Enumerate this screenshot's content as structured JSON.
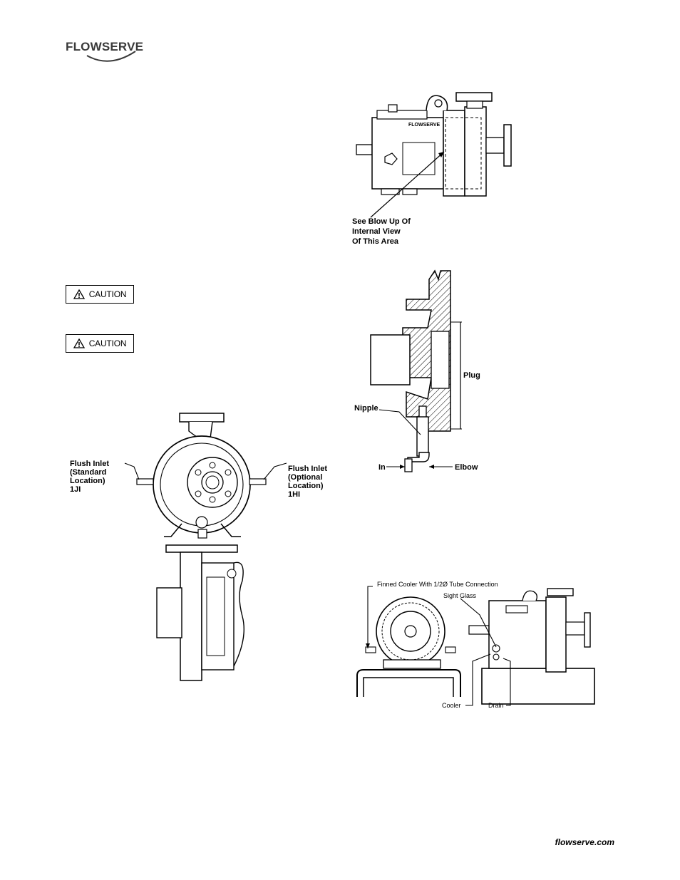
{
  "header": {
    "logo_text": "FLOWSERVE"
  },
  "cautions": [
    {
      "label": "CAUTION"
    },
    {
      "label": "CAUTION"
    }
  ],
  "figure_blowup": {
    "brand": "FLOWSERVE",
    "callout_line1": "See Blow Up Of",
    "callout_line2": "Internal View",
    "callout_line3": "Of This Area"
  },
  "figure_section": {
    "plug": "Plug",
    "nipple": "Nipple",
    "in": "In",
    "elbow": "Elbow"
  },
  "figure_flush": {
    "left_line1": "Flush Inlet",
    "left_line2": "(Standard",
    "left_line3": "Location)",
    "left_line4": "1JI",
    "right_line1": "Flush Inlet",
    "right_line2": "(Optional",
    "right_line3": "Location)",
    "right_line4": "1HI"
  },
  "figure_cooler": {
    "finned": "Finned Cooler With 1/2Ø Tube Connection",
    "sight_glass": "Sight Glass",
    "cooler": "Cooler",
    "drain": "Drain"
  },
  "footer": {
    "site": "flowserve.com"
  }
}
